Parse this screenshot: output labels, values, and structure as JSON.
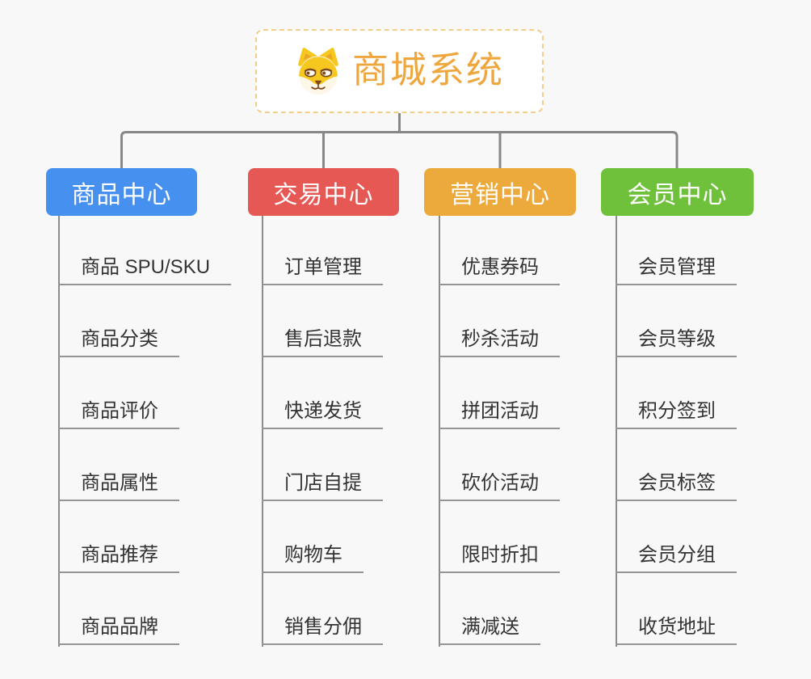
{
  "page": {
    "background": "#f8f8f8",
    "connector_color": "#878787"
  },
  "root": {
    "title": "商城系统",
    "accent_color": "#efa63d",
    "border_color": "#f5cd8a",
    "icon": "shiba-dog-icon"
  },
  "branches": [
    {
      "label": "商品中心",
      "color": "#4691ef",
      "items": [
        "商品 SPU/SKU",
        "商品分类",
        "商品评价",
        "商品属性",
        "商品推荐",
        "商品品牌"
      ]
    },
    {
      "label": "交易中心",
      "color": "#e65853",
      "items": [
        "订单管理",
        "售后退款",
        "快递发货",
        "门店自提",
        "购物车",
        "销售分佣"
      ]
    },
    {
      "label": "营销中心",
      "color": "#ecaa3d",
      "items": [
        "优惠券码",
        "秒杀活动",
        "拼团活动",
        "砍价活动",
        "限时折扣",
        "满减送"
      ]
    },
    {
      "label": "会员中心",
      "color": "#6fc13c",
      "items": [
        "会员管理",
        "会员等级",
        "积分签到",
        "会员标签",
        "会员分组",
        "收货地址"
      ]
    }
  ]
}
